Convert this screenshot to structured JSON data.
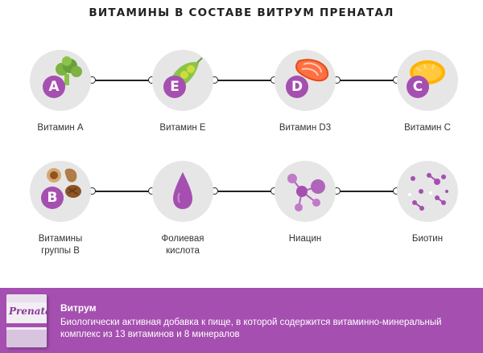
{
  "title": "ВИТАМИНЫ В СОСТАВЕ ВИТРУМ ПРЕНАТАЛ",
  "row1": [
    {
      "label": "Витамин А",
      "badge": "A",
      "icon": "broccoli-icon"
    },
    {
      "label": "Витамин Е",
      "badge": "E",
      "icon": "pea-pod-icon"
    },
    {
      "label": "Витамин D3",
      "badge": "D",
      "icon": "salmon-steak-icon"
    },
    {
      "label": "Витамин С",
      "badge": "C",
      "icon": "lemon-icon"
    }
  ],
  "row2": [
    {
      "label_line1": "Витамины",
      "label_line2": "группы В",
      "badge": "B",
      "icon": "nuts-icon"
    },
    {
      "label_line1": "Фолиевая",
      "label_line2": "кислота",
      "icon": "drop-icon"
    },
    {
      "label_line1": "Ниацин",
      "label_line2": "",
      "icon": "molecule-icon"
    },
    {
      "label_line1": "Биотин",
      "label_line2": "",
      "icon": "particles-icon"
    }
  ],
  "footer": {
    "brand": "Витрум",
    "description": "Биологически активная добавка к пище, в которой содержится витаминно-минеральный комплекс из 13 витаминов и 8 минералов",
    "pack_text": "Prenatal"
  },
  "colors": {
    "accent": "#a54fb0",
    "circle": "#e6e6e6",
    "line": "#222222"
  }
}
